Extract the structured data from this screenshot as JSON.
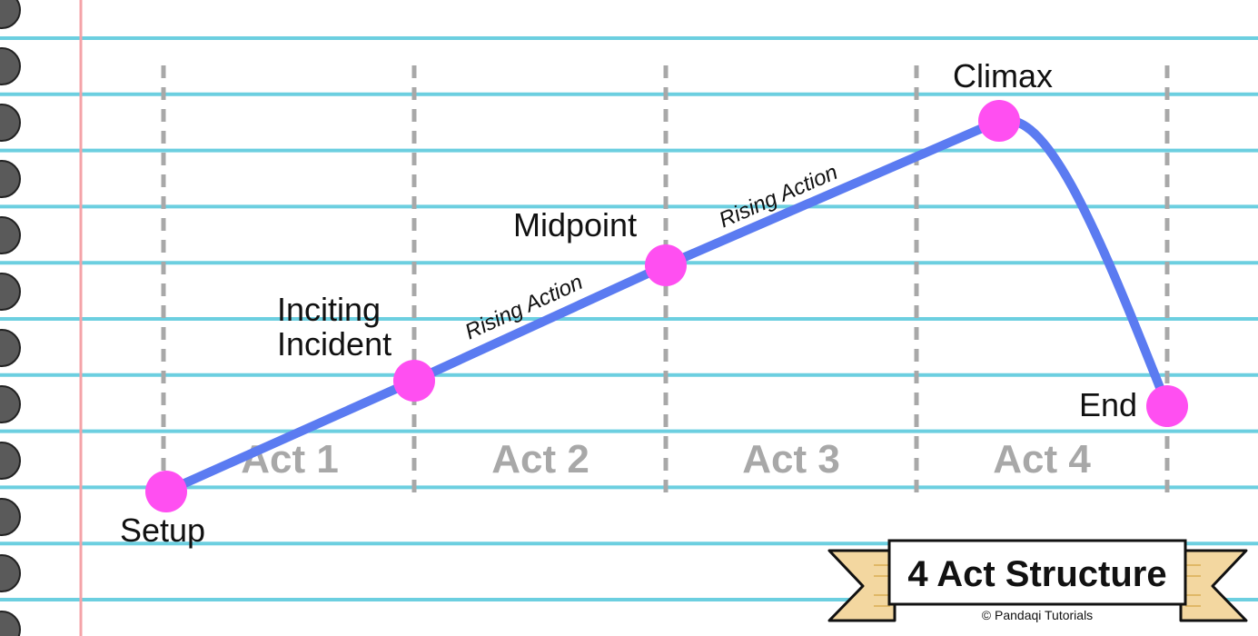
{
  "points": [
    {
      "id": "setup",
      "label_lines": [
        "Setup"
      ]
    },
    {
      "id": "inciting",
      "label_lines": [
        "Inciting",
        "Incident"
      ]
    },
    {
      "id": "midpoint",
      "label_lines": [
        "Midpoint"
      ]
    },
    {
      "id": "climax",
      "label_lines": [
        "Climax"
      ]
    },
    {
      "id": "end",
      "label_lines": [
        "End"
      ]
    }
  ],
  "acts": [
    "Act 1",
    "Act 2",
    "Act 3",
    "Act 4"
  ],
  "segment_labels": [
    "Rising Action",
    "Rising Action"
  ],
  "banner": {
    "title": "4 Act Structure",
    "copyright": "© Pandaqi Tutorials"
  },
  "colors": {
    "paper_line": "#6ccfe0",
    "margin_line": "#f4a3a8",
    "dashed_divider": "#a8a8a8",
    "curve": "#5b7bf1",
    "point": "#ff4ff1",
    "ribbon": "#f3d7a0",
    "ring_hole": "#5a5a5a"
  }
}
